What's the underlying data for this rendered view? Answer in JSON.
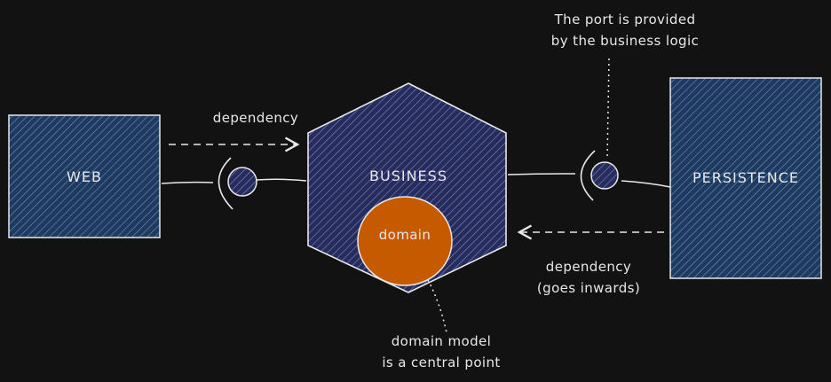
{
  "colors": {
    "background": "#121212",
    "box_fill": "#1e3a5f",
    "hex_fill": "#2c3566",
    "domain_fill": "#c55a00",
    "stroke": "#e8e8e8"
  },
  "nodes": {
    "web": "WEB",
    "business": "BUSINESS",
    "domain": "domain",
    "persistence": "PERSISTENCE"
  },
  "annotations": {
    "dependency_top": "dependency",
    "port_line1": "The port is provided",
    "port_line2": "by the business logic",
    "dependency_bottom_line1": "dependency",
    "dependency_bottom_line2": "(goes inwards)",
    "domain_model_line1": "domain model",
    "domain_model_line2": "is a central point"
  }
}
